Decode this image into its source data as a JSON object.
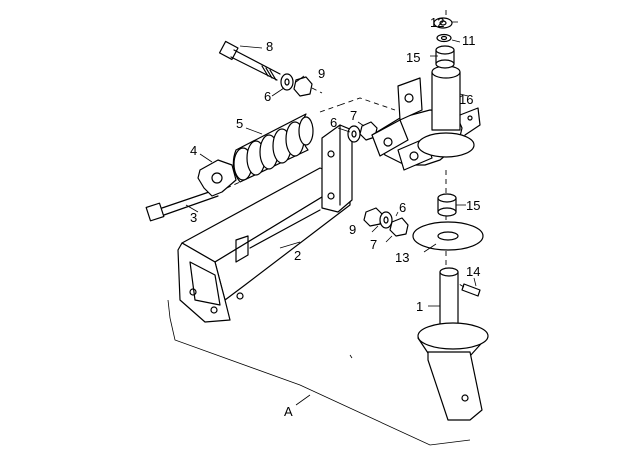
{
  "callouts": {
    "c1": "1",
    "c2": "2",
    "c3": "3",
    "c4": "4",
    "c5": "5",
    "c6a": "6",
    "c6b": "6",
    "c6c": "6",
    "c7a": "7",
    "c7b": "7",
    "c8": "8",
    "c9a": "9",
    "c9b": "9",
    "c11": "11",
    "c12": "12",
    "c13": "13",
    "c14": "14",
    "c15a": "15",
    "c15b": "15",
    "c16": "16",
    "cA": "A"
  }
}
